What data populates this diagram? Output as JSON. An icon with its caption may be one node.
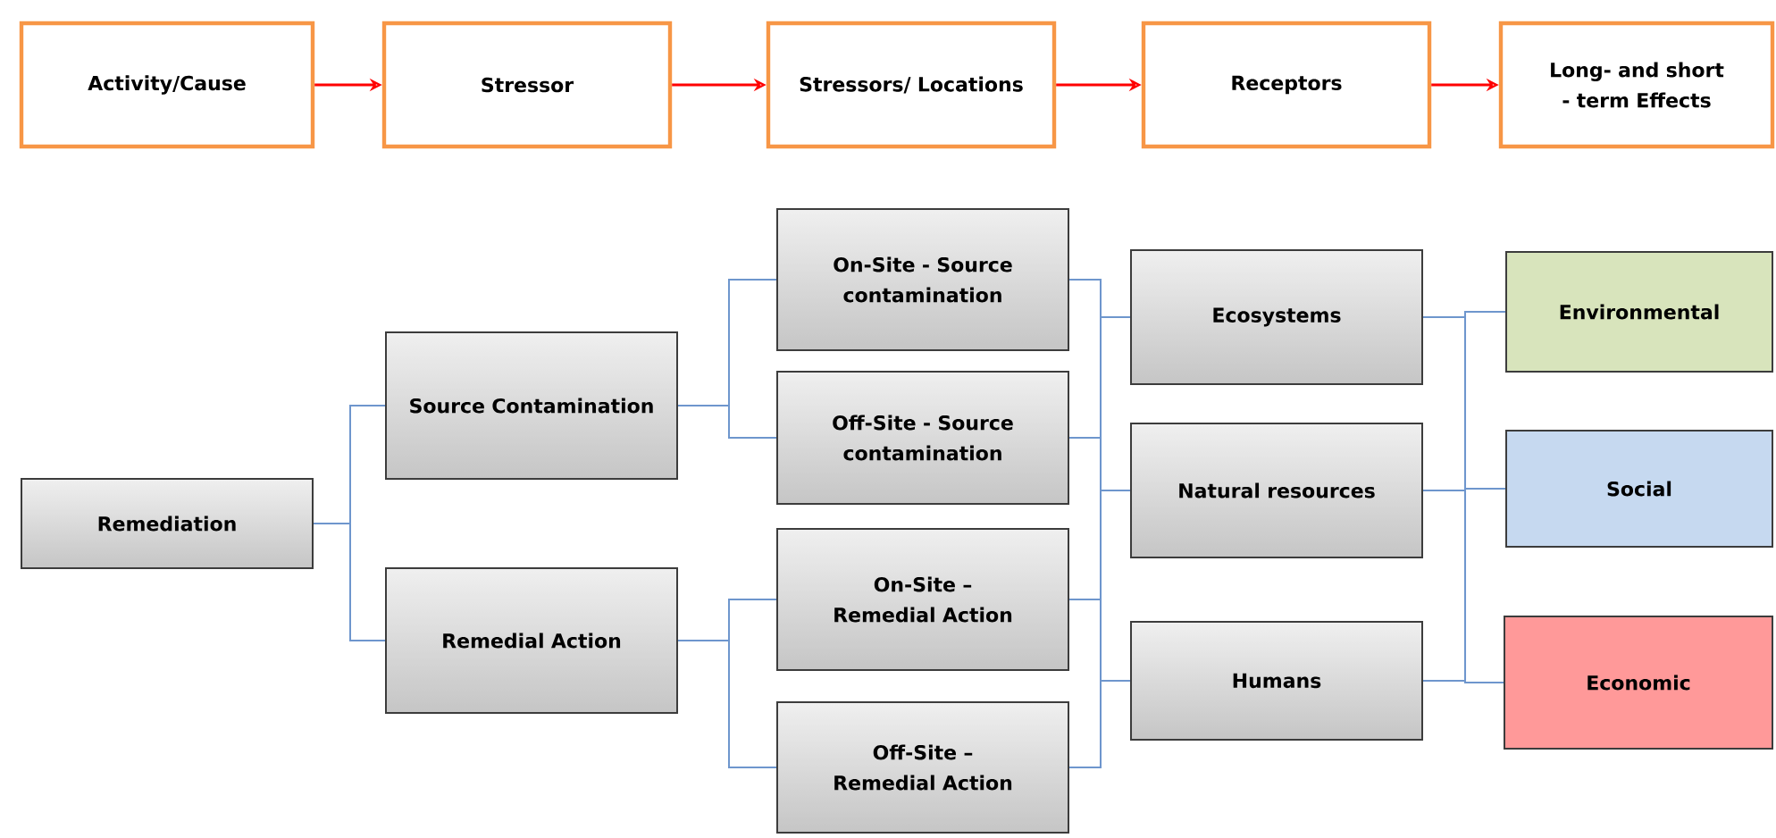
{
  "diagram": {
    "nodes": [
      {
        "text": [
          "Activity/Cause"
        ]
      },
      {
        "text": [
          "Stressor"
        ]
      },
      {
        "text": [
          "Stressors/ Locations"
        ]
      },
      {
        "text": [
          "Receptors"
        ]
      },
      {
        "text": [
          "Long- and short - term Effects"
        ]
      },
      {
        "text": [
          "Remediation"
        ]
      },
      {
        "text": [
          "Source Contamination"
        ]
      },
      {
        "text": [
          "Remedial Action"
        ]
      },
      {
        "text": [
          "On-Site - Source contamination"
        ]
      },
      {
        "text": [
          "Off-Site - Source contamination"
        ]
      },
      {
        "text": [
          "On-Site – Remedial Action"
        ]
      },
      {
        "text": [
          "Off-Site – Remedial Action"
        ]
      },
      {
        "text": [
          "Ecosystems"
        ]
      },
      {
        "text": [
          "Natural resources"
        ]
      },
      {
        "text": [
          "Humans"
        ]
      },
      {
        "text": [
          "Environmental"
        ]
      },
      {
        "text": [
          "Social"
        ]
      },
      {
        "text": [
          "Economic"
        ]
      }
    ],
    "edges": [
      {
        "from": 0,
        "to": 1,
        "arrow": "to",
        "color": "#ff0000"
      },
      {
        "from": 1,
        "to": 2,
        "arrow": "to",
        "color": "#ff0000"
      },
      {
        "from": 2,
        "to": 3,
        "arrow": "to",
        "color": "#ff0000"
      },
      {
        "from": 3,
        "to": 4,
        "arrow": "to",
        "color": "#ff0000"
      },
      {
        "from": 5,
        "to": 6,
        "arrow": "none"
      },
      {
        "from": 5,
        "to": 7,
        "arrow": "none"
      },
      {
        "from": 6,
        "to": 8,
        "arrow": "none"
      },
      {
        "from": 6,
        "to": 9,
        "arrow": "none"
      },
      {
        "from": 7,
        "to": 10,
        "arrow": "none"
      },
      {
        "from": 7,
        "to": 11,
        "arrow": "none"
      },
      {
        "from": 8,
        "to": 12,
        "arrow": "none"
      },
      {
        "from": 8,
        "to": 13,
        "arrow": "none"
      },
      {
        "from": 8,
        "to": 14,
        "arrow": "none"
      },
      {
        "from": 9,
        "to": 12,
        "arrow": "none"
      },
      {
        "from": 9,
        "to": 13,
        "arrow": "none"
      },
      {
        "from": 9,
        "to": 14,
        "arrow": "none"
      },
      {
        "from": 10,
        "to": 12,
        "arrow": "none"
      },
      {
        "from": 10,
        "to": 13,
        "arrow": "none"
      },
      {
        "from": 10,
        "to": 14,
        "arrow": "none"
      },
      {
        "from": 11,
        "to": 12,
        "arrow": "none"
      },
      {
        "from": 11,
        "to": 13,
        "arrow": "none"
      },
      {
        "from": 11,
        "to": 14,
        "arrow": "none"
      },
      {
        "from": 12,
        "to": 15,
        "arrow": "none"
      },
      {
        "from": 12,
        "to": 16,
        "arrow": "none"
      },
      {
        "from": 12,
        "to": 17,
        "arrow": "none"
      },
      {
        "from": 13,
        "to": 15,
        "arrow": "none"
      },
      {
        "from": 13,
        "to": 16,
        "arrow": "none"
      },
      {
        "from": 13,
        "to": 17,
        "arrow": "none"
      },
      {
        "from": 14,
        "to": 15,
        "arrow": "none"
      },
      {
        "from": 14,
        "to": 16,
        "arrow": "none"
      },
      {
        "from": 14,
        "to": 17,
        "arrow": "none"
      }
    ]
  }
}
